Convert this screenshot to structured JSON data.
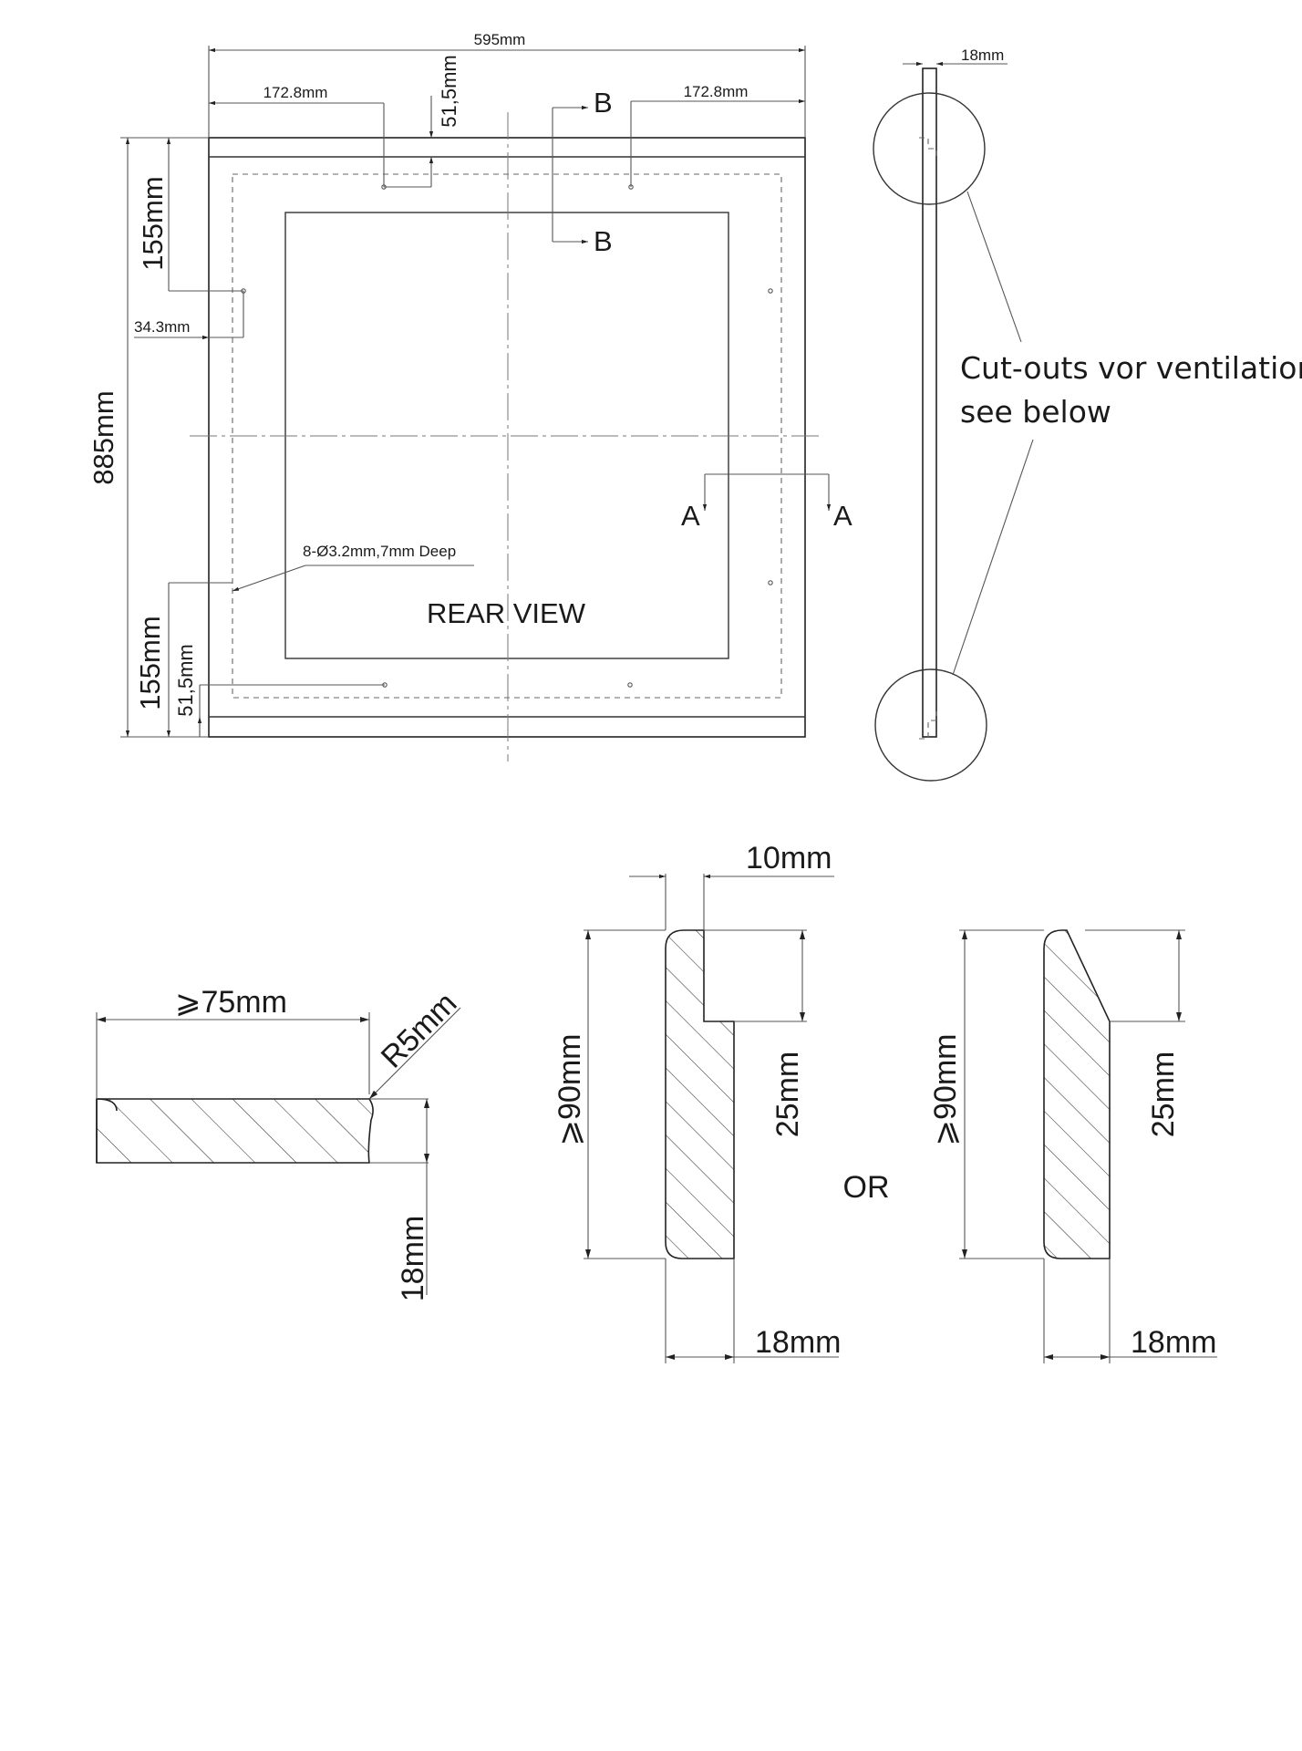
{
  "rear_view": {
    "title": "REAR VIEW",
    "width_dim": "595mm",
    "height_dim": "885mm",
    "left_offset_dim": "172.8mm",
    "right_offset_dim": "172.8mm",
    "top_edge_dim": "51,5mm",
    "upper_hole_dim": "155mm",
    "side_hole_dim": "34.3mm",
    "lower_hole_dim": "155mm",
    "bottom_edge_dim": "51,5mm",
    "holes_note": "8-Ø3.2mm,7mm Deep",
    "section_a_left": "A",
    "section_a_right": "A",
    "section_b_top": "B",
    "section_b_bottom": "B"
  },
  "side_view": {
    "thickness_dim": "18mm",
    "note_line1": "Cut-outs vor ventilation,",
    "note_line2": "see below"
  },
  "profile_horizontal": {
    "width_dim": "⩾75mm",
    "radius_dim": "R5mm",
    "thickness_dim": "18mm"
  },
  "profile_stepped": {
    "step_dim": "10mm",
    "height_dim": "⩾90mm",
    "cut_dim": "25mm",
    "thickness_dim": "18mm"
  },
  "separator": "OR",
  "profile_chamfer": {
    "height_dim": "⩾90mm",
    "cut_dim": "25mm",
    "thickness_dim": "18mm"
  }
}
